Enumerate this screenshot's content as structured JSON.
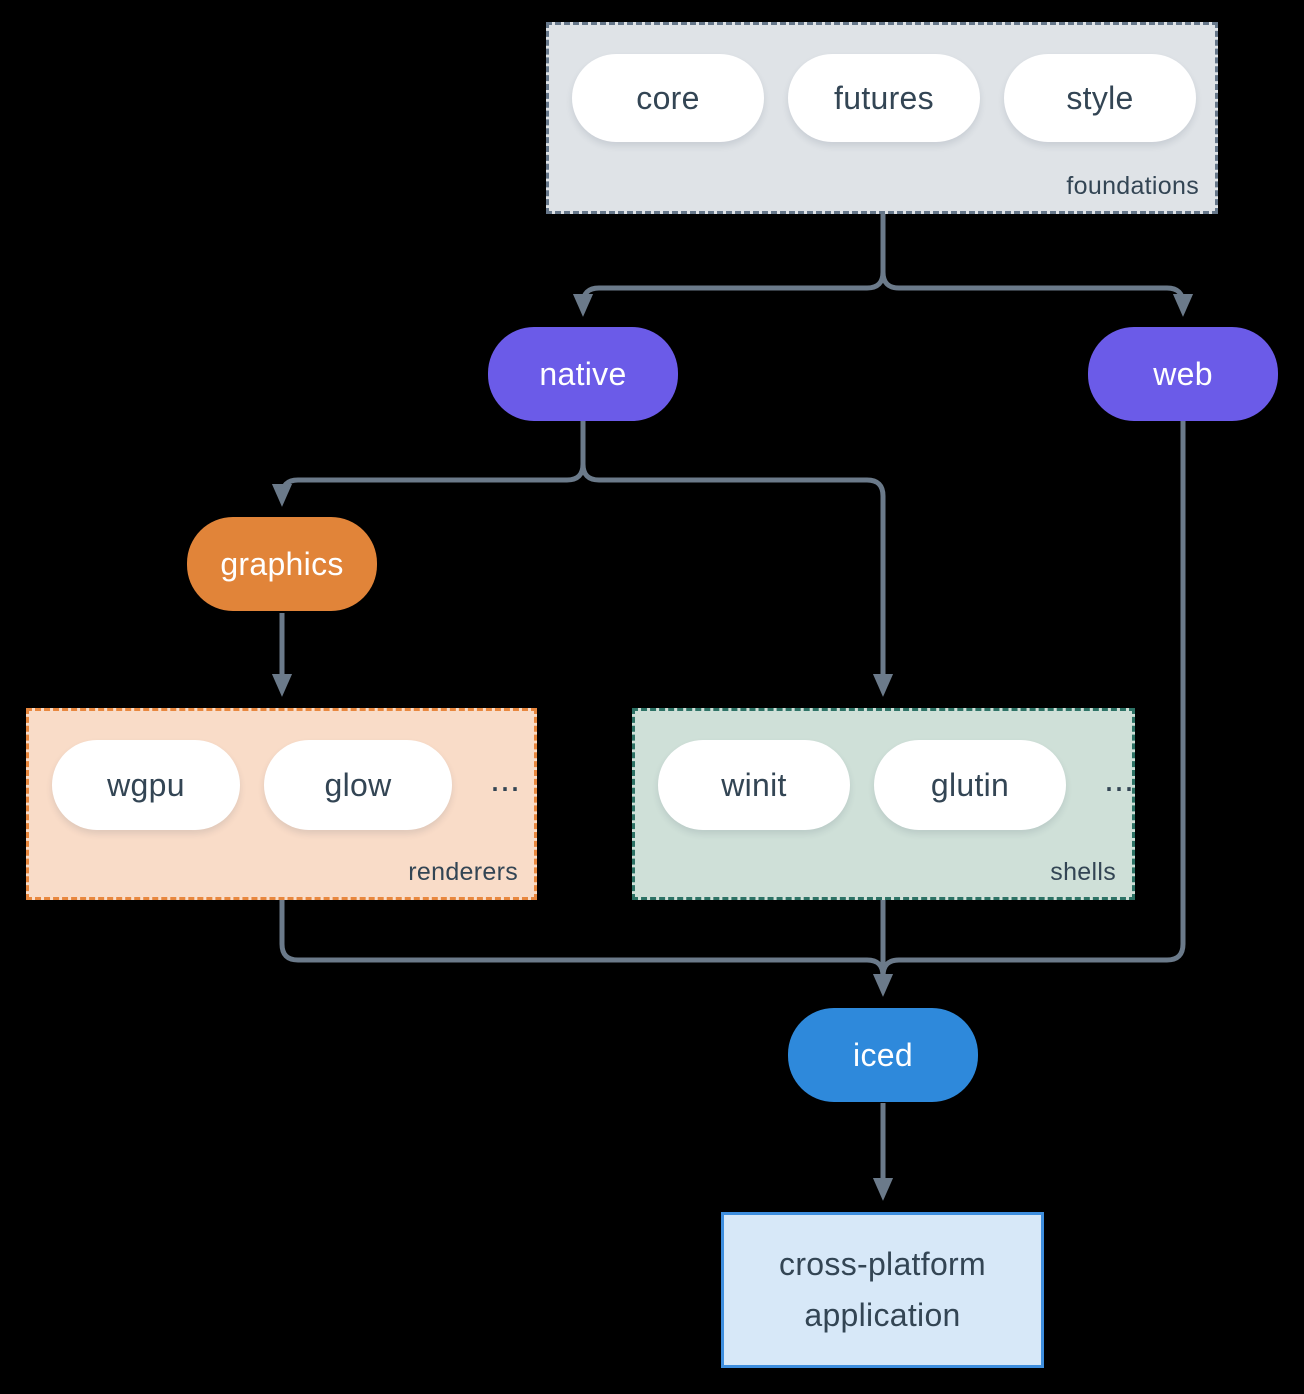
{
  "colors": {
    "background": "#000000",
    "connector": "#6b7a8a",
    "node_purple": "#6b5be8",
    "node_orange": "#e18439",
    "node_blue": "#2e89db",
    "pill_white": "#ffffff",
    "pill_text": "#334554",
    "foundations_bg": "#dfe3e7",
    "foundations_border": "#66778a",
    "renderers_bg": "#f9dcc8",
    "renderers_border": "#e8873e",
    "shells_bg": "#cfe0d8",
    "shells_border": "#2d7265",
    "application_bg": "#d7e8f8",
    "application_border": "#3e8ede"
  },
  "foundations": {
    "label": "foundations",
    "pills": [
      "core",
      "futures",
      "style"
    ]
  },
  "native": {
    "label": "native"
  },
  "web": {
    "label": "web"
  },
  "graphics": {
    "label": "graphics"
  },
  "renderers": {
    "label": "renderers",
    "pills": [
      "wgpu",
      "glow"
    ],
    "more": "..."
  },
  "shells": {
    "label": "shells",
    "pills": [
      "winit",
      "glutin"
    ],
    "more": "..."
  },
  "iced": {
    "label": "iced"
  },
  "application": {
    "line1": "cross-platform",
    "line2": "application"
  },
  "edges": [
    {
      "from": "foundations",
      "to": "native"
    },
    {
      "from": "foundations",
      "to": "web"
    },
    {
      "from": "native",
      "to": "graphics"
    },
    {
      "from": "native",
      "to": "shells"
    },
    {
      "from": "graphics",
      "to": "renderers"
    },
    {
      "from": "renderers",
      "to": "iced"
    },
    {
      "from": "shells",
      "to": "iced"
    },
    {
      "from": "web",
      "to": "iced"
    },
    {
      "from": "iced",
      "to": "application"
    }
  ]
}
